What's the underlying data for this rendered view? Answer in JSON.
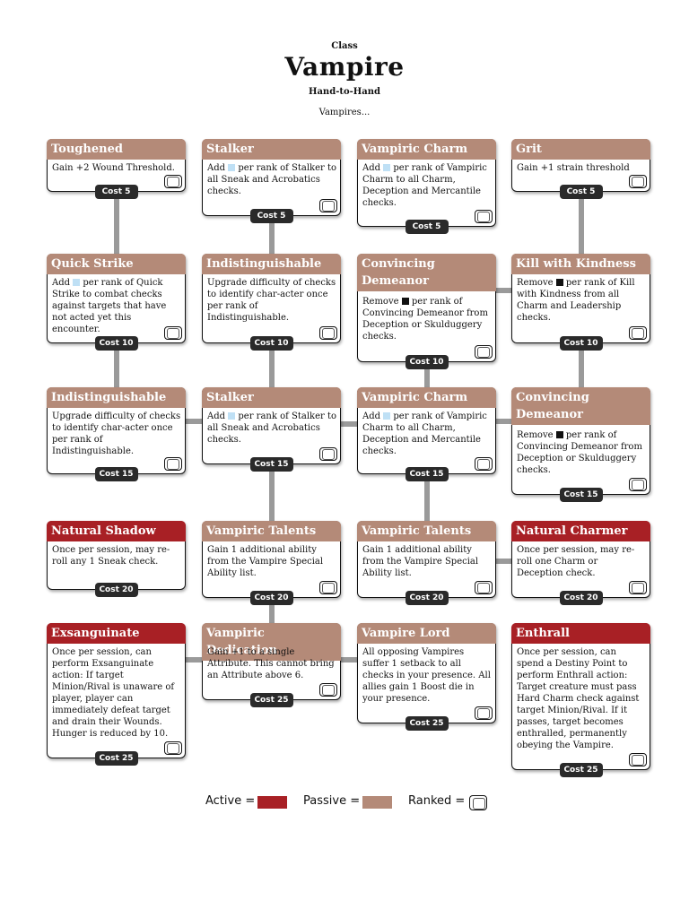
{
  "header": {
    "class_label": "Class",
    "title": "Vampire",
    "subtitle": "Hand-to-Hand",
    "description": "Vampires..."
  },
  "colors": {
    "active": "#a82025",
    "passive": "#b48a78",
    "cost_badge": "#2a2a2a",
    "boost_die": "#bfe0f5",
    "setback_die": "#111111"
  },
  "talents": [
    {
      "id": "r1c1",
      "name": "Toughened",
      "type": "passive",
      "ranked": true,
      "cost": "Cost 5",
      "text": [
        "Gain +2 Wound Threshold."
      ]
    },
    {
      "id": "r1c2",
      "name": "Stalker",
      "type": "passive",
      "ranked": true,
      "cost": "Cost 5",
      "text": [
        "Add ",
        "[boost]",
        " per rank of Stalker to all Sneak and Acrobatics checks."
      ]
    },
    {
      "id": "r1c3",
      "name": "Vampiric Charm",
      "type": "passive",
      "ranked": true,
      "cost": "Cost 5",
      "text": [
        "Add ",
        "[boost]",
        " per rank of Vampiric Charm to all Charm, Deception and Mercantile checks."
      ]
    },
    {
      "id": "r1c4",
      "name": "Grit",
      "type": "passive",
      "ranked": true,
      "cost": "Cost 5",
      "text": [
        "Gain +1 strain threshold"
      ]
    },
    {
      "id": "r2c1",
      "name": "Quick Strike",
      "type": "passive",
      "ranked": true,
      "cost": "Cost 10",
      "text": [
        "Add ",
        "[boost]",
        " per rank of Quick Strike to combat checks against targets that have not acted yet this encounter."
      ]
    },
    {
      "id": "r2c2",
      "name": "Indistinguishable",
      "type": "passive",
      "ranked": true,
      "cost": "Cost 10",
      "text": [
        "Upgrade difficulty of checks to identify char-acter once per rank of Indistinguishable."
      ]
    },
    {
      "id": "r2c3",
      "name": "Convincing Demeanor",
      "type": "passive",
      "ranked": true,
      "cost": "Cost 10",
      "text": [
        "Remove ",
        "[setback]",
        " per rank of Convincing Demeanor from Deception or Skulduggery checks."
      ]
    },
    {
      "id": "r2c4",
      "name": "Kill with Kindness",
      "type": "passive",
      "ranked": true,
      "cost": "Cost 10",
      "text": [
        "Remove ",
        "[setback]",
        " per rank of Kill with Kindness from all Charm and Leadership checks."
      ]
    },
    {
      "id": "r3c1",
      "name": "Indistinguishable",
      "type": "passive",
      "ranked": true,
      "cost": "Cost 15",
      "text": [
        "Upgrade difficulty of checks to identify char-acter once per rank of Indistinguishable."
      ]
    },
    {
      "id": "r3c2",
      "name": "Stalker",
      "type": "passive",
      "ranked": true,
      "cost": "Cost 15",
      "text": [
        "Add ",
        "[boost]",
        " per rank of Stalker to all Sneak and Acrobatics checks."
      ]
    },
    {
      "id": "r3c3",
      "name": "Vampiric Charm",
      "type": "passive",
      "ranked": true,
      "cost": "Cost 15",
      "text": [
        "Add ",
        "[boost]",
        " per rank of Vampiric Charm to all Charm, Deception and Mercantile checks."
      ]
    },
    {
      "id": "r3c4",
      "name": "Convincing Demeanor",
      "type": "passive",
      "ranked": true,
      "cost": "Cost 15",
      "text": [
        "Remove ",
        "[setback]",
        " per rank of Convincing Demeanor from Deception or Skulduggery checks."
      ]
    },
    {
      "id": "r4c1",
      "name": "Natural Shadow",
      "type": "active",
      "ranked": false,
      "cost": "Cost 20",
      "text": [
        "Once per session, may re-roll any 1 Sneak check."
      ]
    },
    {
      "id": "r4c2",
      "name": "Vampiric Talents",
      "type": "passive",
      "ranked": true,
      "cost": "Cost 20",
      "text": [
        "Gain 1 additional ability from the Vampire Special Ability list."
      ]
    },
    {
      "id": "r4c3",
      "name": "Vampiric Talents",
      "type": "passive",
      "ranked": true,
      "cost": "Cost 20",
      "text": [
        "Gain 1 additional ability from the Vampire Special Ability list."
      ]
    },
    {
      "id": "r4c4",
      "name": "Natural Charmer",
      "type": "active",
      "ranked": true,
      "cost": "Cost 20",
      "text": [
        "Once per session, may re-roll one Charm or Deception check."
      ]
    },
    {
      "id": "r5c1",
      "name": "Exsanguinate",
      "type": "active",
      "ranked": true,
      "cost": "Cost 25",
      "text": [
        "Once per session, can perform Exsanguinate action: If target Minion/Rival is unaware of player, player can immediately defeat target and drain their Wounds. Hunger is reduced by 10."
      ]
    },
    {
      "id": "r5c2",
      "name": "Vampiric Dedication",
      "type": "passive",
      "ranked": true,
      "cost": "Cost 25",
      "text": [
        "Gain +1 to a single Attribute. This cannot bring an Attribute above 6."
      ]
    },
    {
      "id": "r5c3",
      "name": "Vampire Lord",
      "type": "passive",
      "ranked": true,
      "cost": "Cost 25",
      "text": [
        "All opposing Vampires suffer 1 setback to all checks in your presence. All allies gain 1 Boost die in your presence."
      ]
    },
    {
      "id": "r5c4",
      "name": "Enthrall",
      "type": "active",
      "ranked": true,
      "cost": "Cost 25",
      "text": [
        "Once per session, can spend a Destiny Point to perform Enthrall action: Target creature must pass Hard Charm check against target Minion/Rival. If it passes, target becomes enthralled, permanently obeying the Vampire."
      ]
    }
  ],
  "legend": {
    "active_label": "Active =",
    "passive_label": "Passive =",
    "ranked_label": "Ranked ="
  }
}
